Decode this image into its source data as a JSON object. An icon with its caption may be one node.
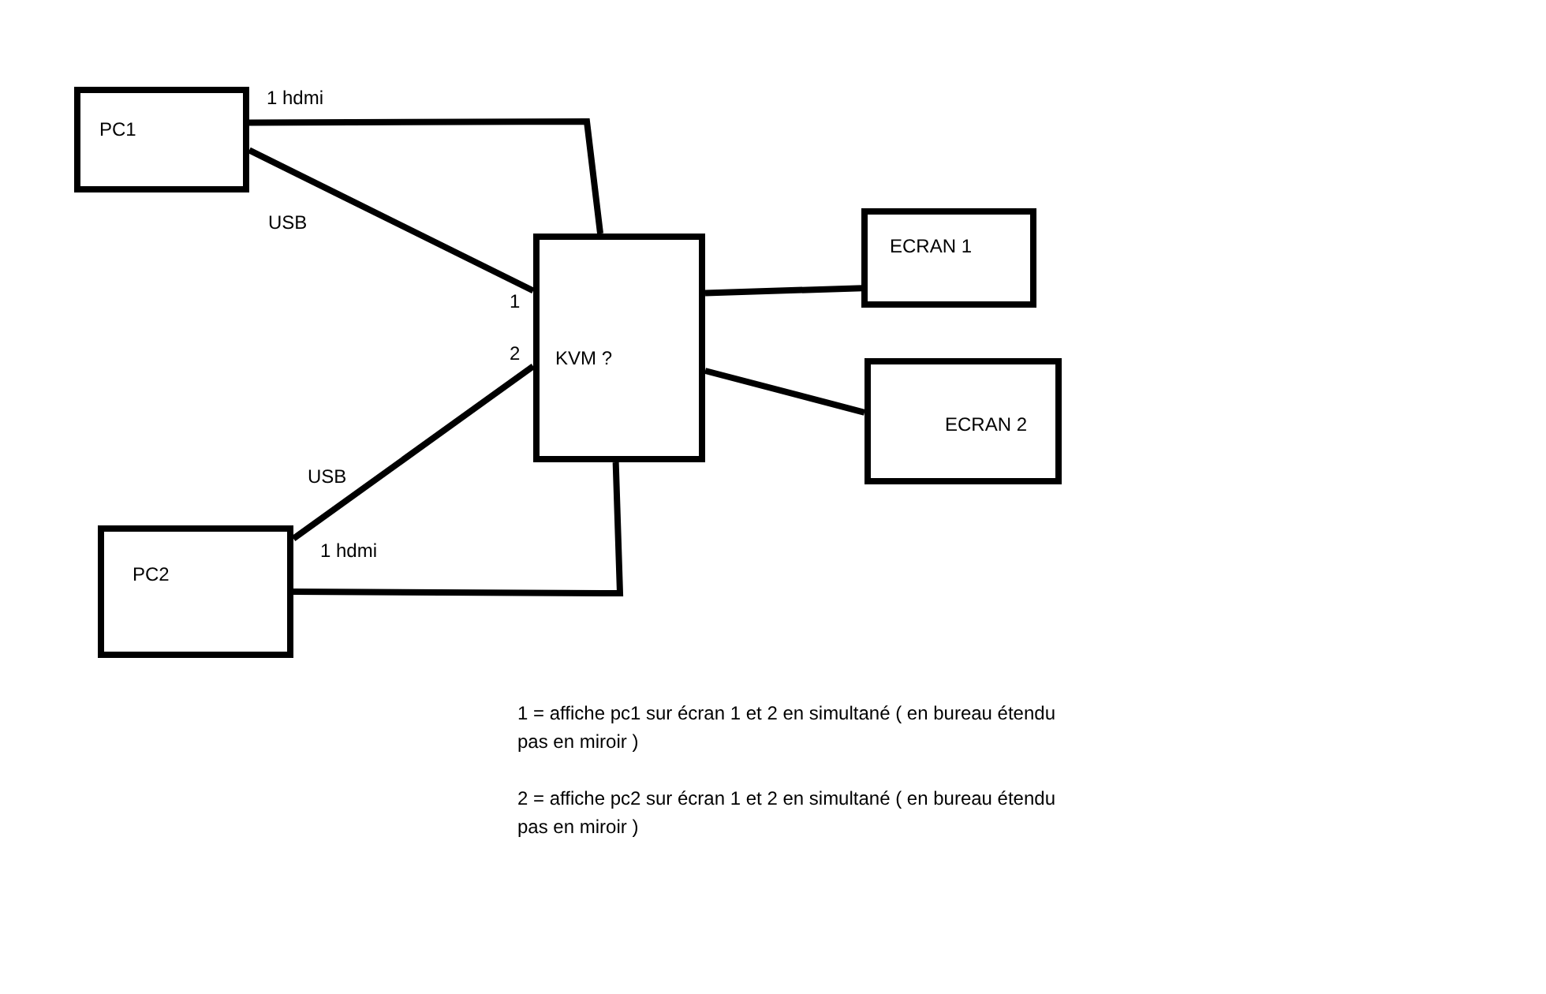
{
  "diagram": {
    "nodes": [
      {
        "text": [
          "PC1"
        ]
      },
      {
        "text": [
          "KVM ?"
        ]
      },
      {
        "text": [
          "ECRAN 1"
        ]
      },
      {
        "text": [
          "ECRAN 2"
        ]
      },
      {
        "text": [
          "PC2"
        ]
      }
    ],
    "edges": [
      {
        "from": 0,
        "to": 1,
        "arrow": "none",
        "label": "1 hdmi"
      },
      {
        "from": 0,
        "to": 1,
        "arrow": "none",
        "label": "USB"
      },
      {
        "from": 4,
        "to": 1,
        "arrow": "none",
        "label": "USB"
      },
      {
        "from": 4,
        "to": 1,
        "arrow": "none",
        "label": "1 hdmi"
      },
      {
        "from": 1,
        "to": 2,
        "arrow": "none"
      },
      {
        "from": 1,
        "to": 3,
        "arrow": "none"
      }
    ],
    "labels": [
      "1",
      "2",
      "1 = affiche pc1 sur écran 1 et 2 en simultané ( en bureau étendu pas en miroir )",
      "2 = affiche pc2 sur écran 1 et 2 en simultané ( en bureau étendu pas en miroir )"
    ]
  }
}
